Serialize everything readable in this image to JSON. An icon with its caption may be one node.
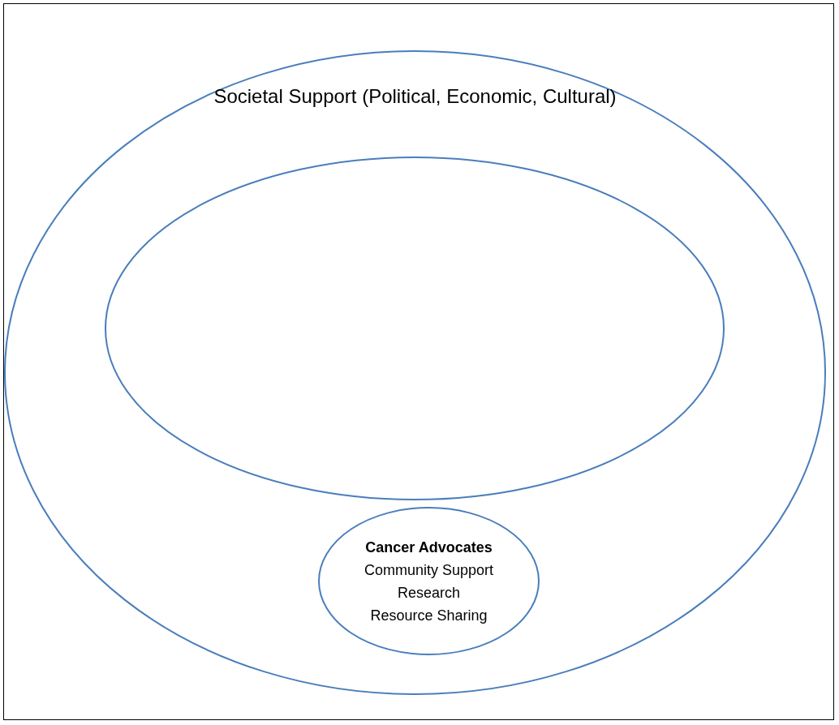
{
  "diagram": {
    "nodes": [
      {
        "text": [
          "Societal Support (Political, Economic, Cultural)"
        ]
      },
      {
        "text": [],
        "shape": "ellipse",
        "in": 0
      },
      {
        "text": [
          "Cancer Advocates",
          "Community Support",
          "Research",
          "Resource Sharing"
        ],
        "in": 0
      }
    ]
  }
}
